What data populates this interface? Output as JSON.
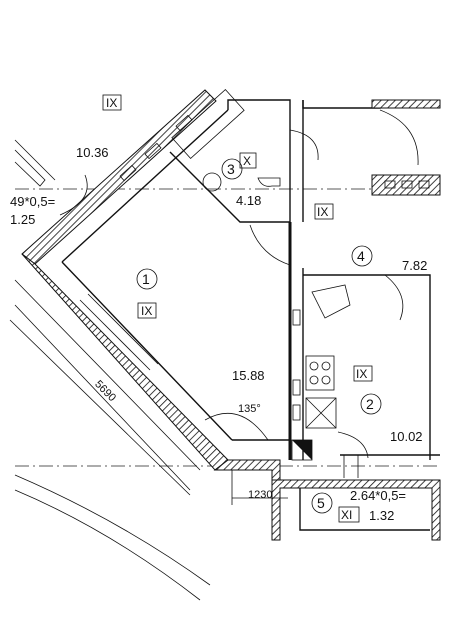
{
  "rooms": [
    {
      "id": "1",
      "area": "15.88",
      "class": "IX"
    },
    {
      "id": "2",
      "area": "10.02",
      "class": "IX"
    },
    {
      "id": "3",
      "area": "4.18",
      "class": "X"
    },
    {
      "id": "4",
      "area": "7.82",
      "class": "IX"
    },
    {
      "id": "5",
      "area_formula": "2.64*0,5=",
      "area": "1.32",
      "class": "XI"
    }
  ],
  "other": {
    "top_area": "10.36",
    "top_class": "IX",
    "left_formula": "49*0,5=",
    "left_area": "1.25",
    "dim_diag": "5690",
    "dim_bottom": "1230",
    "angle": "135°"
  }
}
